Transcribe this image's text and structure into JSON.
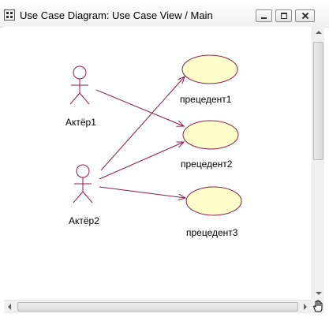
{
  "window": {
    "title": "Use Case Diagram: Use Case View / Main",
    "controls": [
      "minimize-icon",
      "maximize-icon",
      "close-icon"
    ]
  },
  "diagram": {
    "actors": [
      {
        "id": "a1",
        "label": "Актёр1"
      },
      {
        "id": "a2",
        "label": "Актёр2"
      }
    ],
    "use_cases": [
      {
        "id": "u1",
        "label": "прецедент1"
      },
      {
        "id": "u2",
        "label": "прецедент2"
      },
      {
        "id": "u3",
        "label": "прецедент3"
      }
    ],
    "associations": [
      {
        "from": "a1",
        "to": "u2"
      },
      {
        "from": "a2",
        "to": "u1"
      },
      {
        "from": "a2",
        "to": "u2"
      },
      {
        "from": "a2",
        "to": "u3"
      }
    ]
  },
  "colors": {
    "line": "#8b1a4a",
    "use_case_fill": "#ffffcc",
    "use_case_stroke": "#8b1a4a",
    "actor_stroke": "#8b1a4a"
  },
  "icons": {
    "app": "rational-rose-icon",
    "grip": "hand-cursor-icon"
  }
}
